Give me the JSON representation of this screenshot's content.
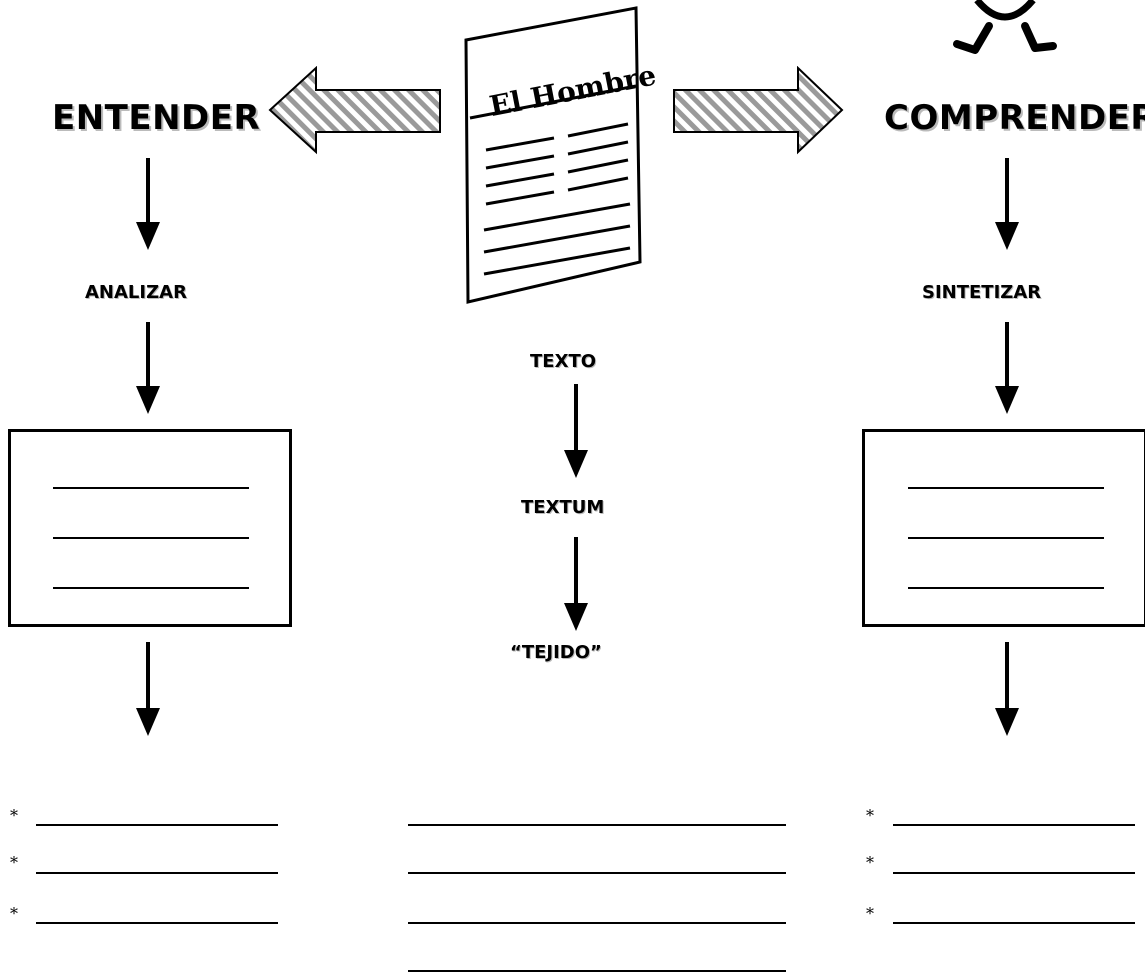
{
  "newspaper": {
    "masthead": "El Hombre"
  },
  "left": {
    "title": "ENTENDER",
    "step": "ANALIZAR",
    "answer_markers": [
      "*",
      "*",
      "*"
    ]
  },
  "right": {
    "title": "COMPRENDER",
    "step": "SINTETIZAR",
    "answer_markers": [
      "*",
      "*",
      "*"
    ]
  },
  "center": {
    "steps": [
      "TEXTO",
      "TEXTUM",
      "“TEJIDO”"
    ]
  },
  "colors": {
    "ink": "#000000",
    "shadow": "#bbbbbb",
    "hatch": "#9a9a9a"
  }
}
